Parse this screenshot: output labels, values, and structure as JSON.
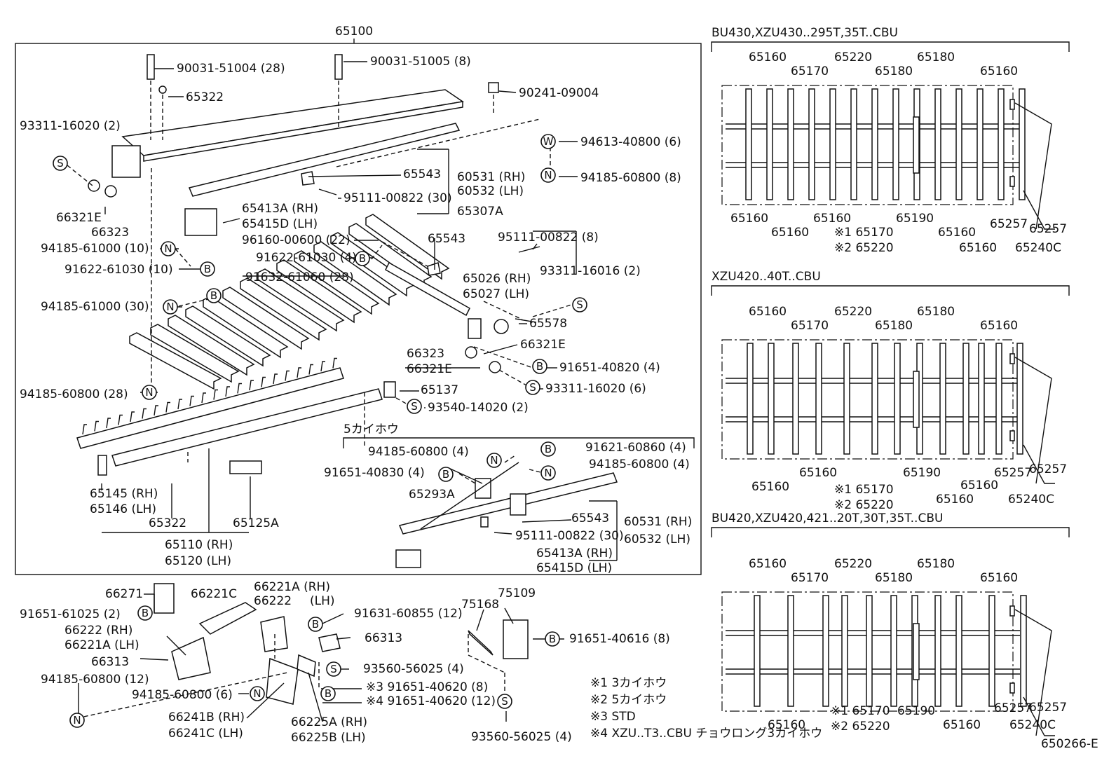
{
  "main": {
    "title": "65100",
    "labels": [
      "90031-51004 (28)",
      "90031-51005 (8)",
      "65322",
      "90241-09004",
      "93311-16020 (2)",
      "94613-40800 (6)",
      "94185-60800 (8)",
      "65543",
      "60531 (RH)",
      "60532 (LH)",
      "95111-00822 (30)",
      "66321E",
      "66323",
      "65413A (RH)",
      "65415D (LH)",
      "65307A",
      "94185-61000 (10)",
      "91622-61030 (10)",
      "96160-00600 (22)",
      "65543",
      "95111-00822 (8)",
      "91622-61030 (4)",
      "91632-61060 (28)",
      "65026 (RH)",
      "65027 (LH)",
      "93311-16016 (2)",
      "94185-61000 (30)",
      "65578",
      "66321E",
      "66323",
      "91651-40820 (4)",
      "66321E",
      "93311-16020 (6)",
      "94185-60800 (28)",
      "65137",
      "93540-14020 (2)",
      "65145 (RH)",
      "65146 (LH)",
      "65322",
      "65125A",
      "65110 (RH)",
      "65120 (LH)"
    ],
    "sub_title": "5カイホウ",
    "sub_labels": [
      "94185-60800 (4)",
      "91621-60860 (4)",
      "91651-40830 (4)",
      "94185-60800 (4)",
      "65293A",
      "65543",
      "60531 (RH)",
      "95111-00822 (30)",
      "60532 (LH)",
      "65413A (RH)",
      "65415D (LH)"
    ]
  },
  "lower": {
    "labels": [
      "66271",
      "66221C",
      "66221A (RH)",
      "66222",
      "(LH)",
      "91651-61025 (2)",
      "66222  (RH)",
      "66221A (LH)",
      "91631-60855 (12)",
      "66313",
      "66313",
      "93560-56025 (4)",
      "94185-60800 (12)",
      "94185-60800 (6)",
      "※3 91651-40620 (8)",
      "※4 91651-40620 (12)",
      "66241B (RH)",
      "66241C (LH)",
      "66225A (RH)",
      "66225B (LH)",
      "75168",
      "75109",
      "91651-40616 (8)",
      "93560-56025 (4)"
    ]
  },
  "notes": [
    "※1  3カイホウ",
    "※2  5カイホウ",
    "※3  STD",
    "※4  XZU..T3..CBU  チョウロング3カイホウ"
  ],
  "ref": "650266-E",
  "panels": [
    {
      "title": "BU430,XZU430..295T,35T..CBU",
      "top": [
        "65160",
        "65170",
        "65220",
        "65180",
        "65180",
        "65160"
      ],
      "bottom": [
        "65160",
        "65160",
        "65160",
        "※1 65170",
        "※2 65220",
        "65190",
        "65160",
        "65160",
        "65257",
        "65240C"
      ],
      "side": "65257"
    },
    {
      "title": "XZU420..40T..CBU",
      "top": [
        "65160",
        "65170",
        "65220",
        "65180",
        "65180",
        "65160"
      ],
      "bottom": [
        "65160",
        "65160",
        "※1 65170",
        "※2 65220",
        "65190",
        "65160",
        "65160",
        "65257",
        "65240C"
      ],
      "side": "65257"
    },
    {
      "title": "BU420,XZU420,421..20T,30T,35T..CBU",
      "top": [
        "65160",
        "65170",
        "65220",
        "65180",
        "65180",
        "65160"
      ],
      "bottom": [
        "65160",
        "※1 65170",
        "※2 65220",
        "65190",
        "65160",
        "65257",
        "65240C"
      ],
      "side": "65257"
    }
  ],
  "symbols": {
    "S": "S",
    "N": "N",
    "B": "B",
    "W": "W"
  }
}
